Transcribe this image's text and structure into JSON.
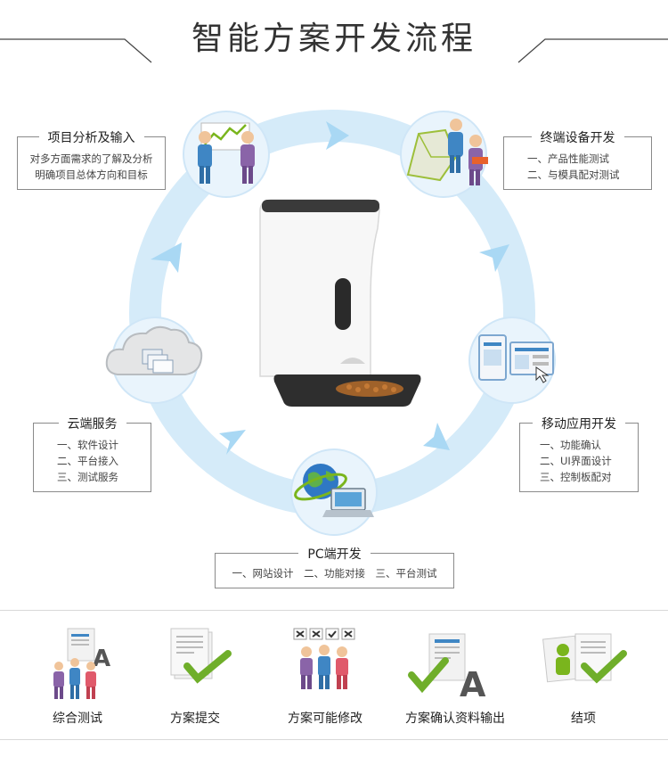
{
  "header": {
    "title": "智能方案开发流程"
  },
  "stages": [
    {
      "id": "analysis",
      "title": "项目分析及输入",
      "lines": [
        "对多方面需求的了解及分析",
        "明确项目总体方向和目标"
      ],
      "icon": "business-chart-icon"
    },
    {
      "id": "terminal",
      "title": "终端设备开发",
      "lines": [
        "一、产品性能测试",
        "二、与模具配对测试"
      ],
      "icon": "3d-model-icon"
    },
    {
      "id": "mobile",
      "title": "移动应用开发",
      "lines": [
        "一、功能确认",
        "二、UI界面设计",
        "三、控制板配对"
      ],
      "icon": "mobile-ui-icon"
    },
    {
      "id": "pc",
      "title": "PC端开发",
      "lines": [
        "一、网站设计　二、功能对接　三、平台测试"
      ],
      "icon": "globe-laptop-icon"
    },
    {
      "id": "cloud",
      "title": "云端服务",
      "lines": [
        "一、软件设计",
        "二、平台接入",
        "三、测试服务"
      ],
      "icon": "cloud-folders-icon"
    }
  ],
  "center_product": {
    "icon": "pet-feeder-icon"
  },
  "bottom_steps": [
    {
      "label": "综合测试",
      "icon": "team-document-icon"
    },
    {
      "label": "方案提交",
      "icon": "document-check-icon"
    },
    {
      "label": "方案可能修改",
      "icon": "team-review-icon"
    },
    {
      "label": "方案确认资料输出",
      "icon": "document-output-icon"
    },
    {
      "label": "结项",
      "icon": "project-complete-icon"
    }
  ],
  "colors": {
    "ring": "#cfe8f8",
    "arrow": "#a9d9f5",
    "accent_green": "#7ab51d",
    "person_blue": "#3f86c4",
    "person_purple": "#8a64a8"
  }
}
